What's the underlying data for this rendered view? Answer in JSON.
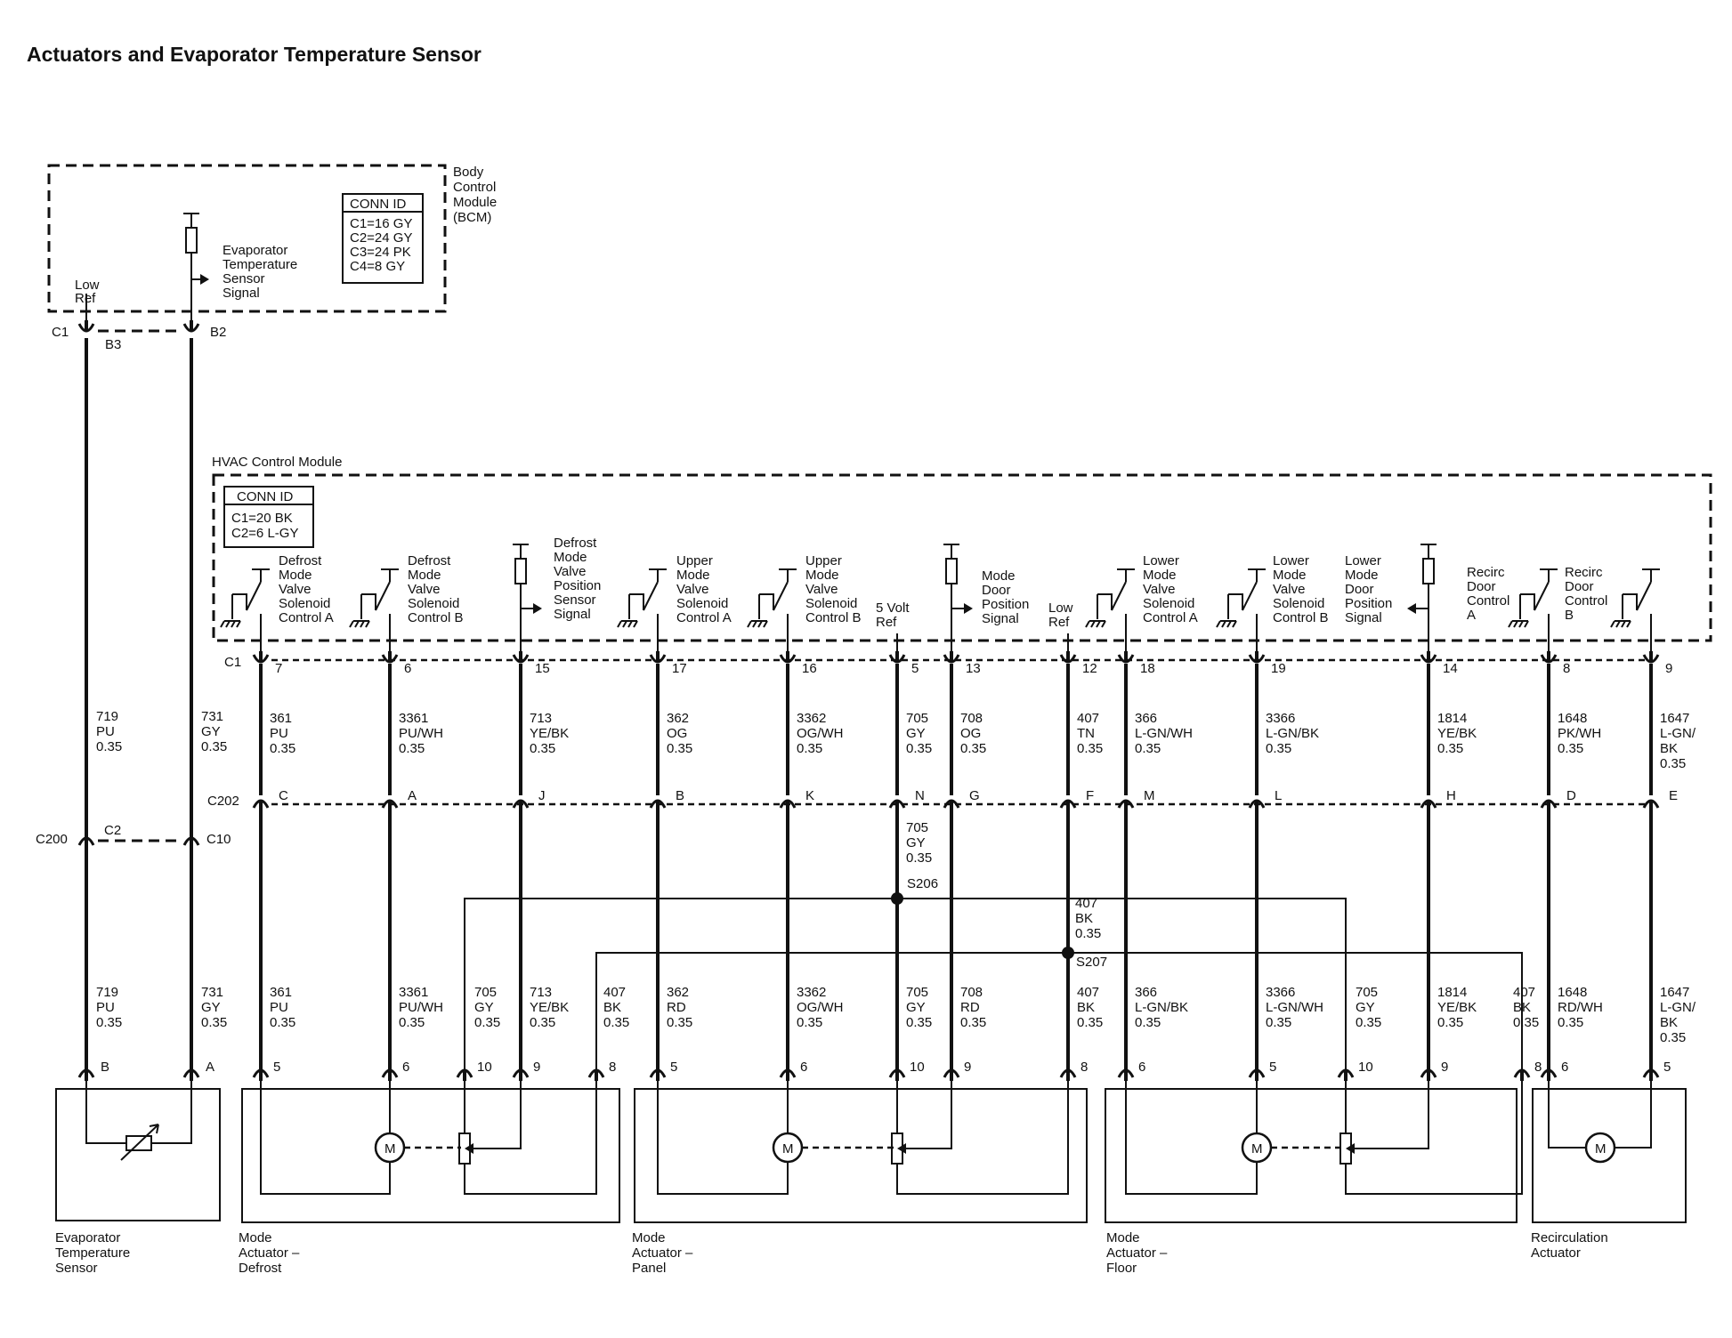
{
  "title": "Actuators and Evaporator Temperature Sensor",
  "bcm": {
    "name_lines": [
      "Body",
      "Control",
      "Module",
      "(BCM)"
    ],
    "conn_id": {
      "header": "CONN ID",
      "rows": [
        "C1=16 GY",
        "C2=24 GY",
        "C3=24 PK",
        "C4=8 GY"
      ]
    },
    "low_ref_lines": [
      "Low",
      "Ref"
    ],
    "evap_signal_lines": [
      "Evaporator",
      "Temperature",
      "Sensor",
      "Signal"
    ],
    "pins": [
      "C1",
      "B3",
      "B2"
    ]
  },
  "hvac": {
    "name": "HVAC Control Module",
    "conn_id": {
      "header": "CONN ID",
      "rows": [
        "C1=20 BK",
        "C2=6 L-GY"
      ]
    },
    "c1_label": "C1",
    "c202_label": "C202",
    "columns": [
      {
        "label": [
          "Defrost",
          "Mode",
          "Valve",
          "Solenoid",
          "Control A"
        ],
        "pin": "7",
        "wire": [
          "361",
          "PU",
          "0.35"
        ],
        "c202": "C",
        "wire_bottom": [
          "361",
          "PU",
          "0.35"
        ],
        "act_pin": "5"
      },
      {
        "label": [
          "Defrost",
          "Mode",
          "Valve",
          "Solenoid",
          "Control B"
        ],
        "pin": "6",
        "wire": [
          "3361",
          "PU/WH",
          "0.35"
        ],
        "c202": "A",
        "wire_bottom": [
          "3361",
          "PU/WH",
          "0.35"
        ],
        "act_pin": "6"
      },
      {
        "label": [
          "Defrost",
          "Mode",
          "Valve",
          "Position",
          "Sensor",
          "Signal"
        ],
        "pin": "15",
        "wire": [
          "713",
          "YE/BK",
          "0.35"
        ],
        "c202": "J",
        "wire_bottom": [
          "713",
          "YE/BK",
          "0.35"
        ],
        "act_pin": "9"
      },
      {
        "label": [
          "Upper",
          "Mode",
          "Valve",
          "Solenoid",
          "Control A"
        ],
        "pin": "17",
        "wire": [
          "362",
          "OG",
          "0.35"
        ],
        "c202": "B",
        "wire_bottom": [
          "362",
          "RD",
          "0.35"
        ],
        "act_pin": "5"
      },
      {
        "label": [
          "Upper",
          "Mode",
          "Valve",
          "Solenoid",
          "Control B"
        ],
        "pin": "16",
        "wire": [
          "3362",
          "OG/WH",
          "0.35"
        ],
        "c202": "K",
        "wire_bottom": [
          "3362",
          "OG/WH",
          "0.35"
        ],
        "act_pin": "6"
      },
      {
        "label": [
          "5 Volt",
          "Ref"
        ],
        "pin": "5",
        "wire": [
          "705",
          "GY",
          "0.35"
        ],
        "c202": "N",
        "wire_bottom": [
          "705",
          "GY",
          "0.35"
        ],
        "act_pin": "10"
      },
      {
        "label": [
          "Mode",
          "Door",
          "Position",
          "Signal"
        ],
        "pin": "13",
        "wire": [
          "708",
          "OG",
          "0.35"
        ],
        "c202": "G",
        "wire_bottom": [
          "708",
          "RD",
          "0.35"
        ],
        "act_pin": "9"
      },
      {
        "label": [
          "Low",
          "Ref"
        ],
        "pin": "12",
        "wire": [
          "407",
          "TN",
          "0.35"
        ],
        "c202": "F",
        "wire_bottom": [
          "407",
          "BK",
          "0.35"
        ],
        "act_pin": "8"
      },
      {
        "label": [
          "Lower",
          "Mode",
          "Valve",
          "Solenoid",
          "Control A"
        ],
        "pin": "18",
        "wire": [
          "366",
          "L-GN/WH",
          "0.35"
        ],
        "c202": "M",
        "wire_bottom": [
          "366",
          "L-GN/BK",
          "0.35"
        ],
        "act_pin": "6"
      },
      {
        "label": [
          "Lower",
          "Mode",
          "Valve",
          "Solenoid",
          "Control B"
        ],
        "pin": "19",
        "wire": [
          "3366",
          "L-GN/BK",
          "0.35"
        ],
        "c202": "L",
        "wire_bottom": [
          "3366",
          "L-GN/WH",
          "0.35"
        ],
        "act_pin": "5"
      },
      {
        "label": [
          "Lower",
          "Mode",
          "Door",
          "Position",
          "Signal"
        ],
        "pin": "14",
        "wire": [
          "1814",
          "YE/BK",
          "0.35"
        ],
        "c202": "H",
        "wire_bottom": [
          "1814",
          "YE/BK",
          "0.35"
        ],
        "act_pin": "9"
      },
      {
        "label": [
          "Recirc",
          "Door",
          "Control",
          "A"
        ],
        "pin": "8",
        "wire": [
          "1648",
          "PK/WH",
          "0.35"
        ],
        "c202": "D",
        "wire_bottom": [
          "1648",
          "RD/WH",
          "0.35"
        ],
        "act_pin": "6"
      },
      {
        "label": [
          "Recirc",
          "Door",
          "Control",
          "B"
        ],
        "pin": "9",
        "wire": [
          "1647",
          "L-GN/",
          "BK",
          "0.35"
        ],
        "c202": "E",
        "wire_bottom": [
          "1647",
          "L-GN/",
          "BK",
          "0.35"
        ],
        "act_pin": "5"
      }
    ]
  },
  "left_wires": {
    "w719": [
      "719",
      "PU",
      "0.35"
    ],
    "w731": [
      "731",
      "GY",
      "0.35"
    ],
    "c200": "C200",
    "c2": "C2",
    "c10": "C10",
    "sensor_pins": [
      "B",
      "A"
    ]
  },
  "extra_wires": {
    "w705_mid": [
      "705",
      "GY",
      "0.35"
    ],
    "w407_mid": [
      "407",
      "BK",
      "0.35"
    ],
    "s206": "S206",
    "s207": "S207",
    "def_705": [
      "705",
      "GY",
      "0.35"
    ],
    "def_407": [
      "407",
      "BK",
      "0.35"
    ],
    "floor_705": [
      "705",
      "GY",
      "0.35"
    ],
    "floor_407": [
      "407",
      "BK",
      "0.35"
    ],
    "def_pins": [
      "10",
      "8"
    ],
    "floor_pins": [
      "10",
      "8"
    ]
  },
  "motor_symbol": "M",
  "components": [
    [
      "Evaporator",
      "Temperature",
      "Sensor"
    ],
    [
      "Mode",
      "Actuator –",
      "Defrost"
    ],
    [
      "Mode",
      "Actuator –",
      "Panel"
    ],
    [
      "Mode",
      "Actuator –",
      "Floor"
    ],
    [
      "Recirculation",
      "Actuator"
    ]
  ]
}
